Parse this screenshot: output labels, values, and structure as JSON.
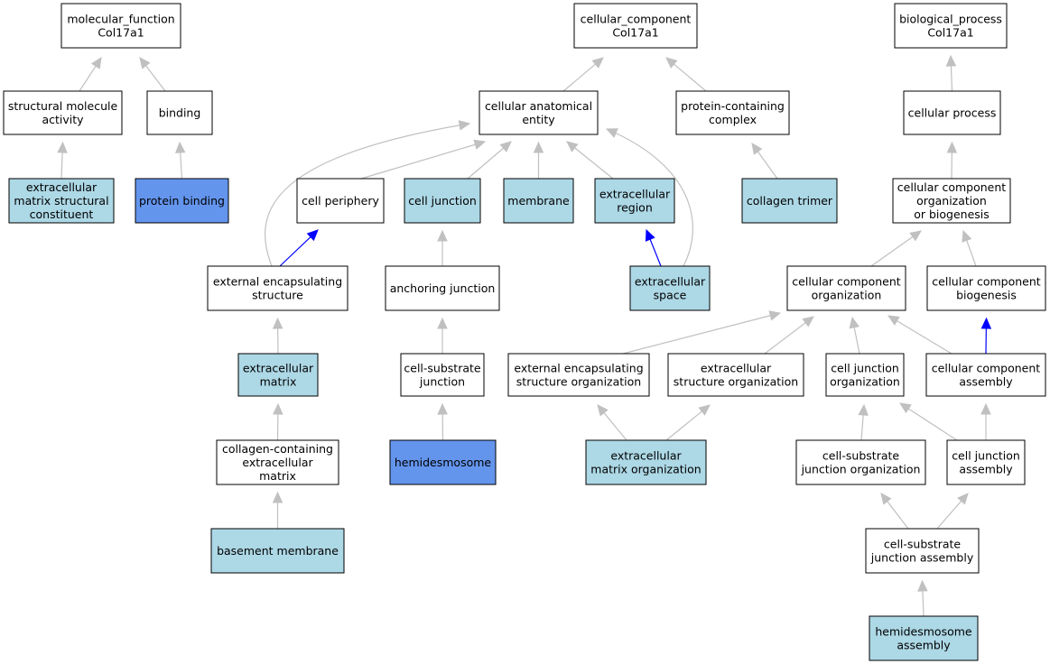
{
  "colors": {
    "plain": "#ffffff",
    "annotated": "#add8e6",
    "direct": "#6495ed",
    "edge_gray": "#c0c0c0",
    "edge_blue": "#0000ff"
  },
  "nodes": [
    {
      "id": "mf_root",
      "lines": [
        "molecular_function",
        "Col17a1"
      ],
      "fill": "plain"
    },
    {
      "id": "cc_root",
      "lines": [
        "cellular_component",
        "Col17a1"
      ],
      "fill": "plain"
    },
    {
      "id": "bp_root",
      "lines": [
        "biological_process",
        "Col17a1"
      ],
      "fill": "plain"
    },
    {
      "id": "struct_mol",
      "lines": [
        "structural molecule",
        "activity"
      ],
      "fill": "plain"
    },
    {
      "id": "binding",
      "lines": [
        "binding"
      ],
      "fill": "plain"
    },
    {
      "id": "cae",
      "lines": [
        "cellular anatomical",
        "entity"
      ],
      "fill": "plain"
    },
    {
      "id": "pcc",
      "lines": [
        "protein-containing",
        "complex"
      ],
      "fill": "plain"
    },
    {
      "id": "cproc",
      "lines": [
        "cellular process"
      ],
      "fill": "plain"
    },
    {
      "id": "ecm_struct",
      "lines": [
        "extracellular",
        "matrix structural",
        "constituent"
      ],
      "fill": "annotated"
    },
    {
      "id": "protein_binding",
      "lines": [
        "protein binding"
      ],
      "fill": "direct"
    },
    {
      "id": "cell_periphery",
      "lines": [
        "cell periphery"
      ],
      "fill": "plain"
    },
    {
      "id": "cell_junction",
      "lines": [
        "cell junction"
      ],
      "fill": "annotated"
    },
    {
      "id": "membrane",
      "lines": [
        "membrane"
      ],
      "fill": "annotated"
    },
    {
      "id": "ec_region",
      "lines": [
        "extracellular",
        "region"
      ],
      "fill": "annotated"
    },
    {
      "id": "collagen_trimer",
      "lines": [
        "collagen trimer"
      ],
      "fill": "annotated"
    },
    {
      "id": "cc_org_biogen",
      "lines": [
        "cellular component",
        "organization",
        "or biogenesis"
      ],
      "fill": "plain"
    },
    {
      "id": "ext_encaps",
      "lines": [
        "external encapsulating",
        "structure"
      ],
      "fill": "plain"
    },
    {
      "id": "anchoring",
      "lines": [
        "anchoring junction"
      ],
      "fill": "plain"
    },
    {
      "id": "ec_space",
      "lines": [
        "extracellular",
        "space"
      ],
      "fill": "annotated"
    },
    {
      "id": "cc_org",
      "lines": [
        "cellular component",
        "organization"
      ],
      "fill": "plain"
    },
    {
      "id": "cc_biogen",
      "lines": [
        "cellular component",
        "biogenesis"
      ],
      "fill": "plain"
    },
    {
      "id": "ec_matrix",
      "lines": [
        "extracellular",
        "matrix"
      ],
      "fill": "annotated"
    },
    {
      "id": "csj",
      "lines": [
        "cell-substrate",
        "junction"
      ],
      "fill": "plain"
    },
    {
      "id": "ext_encaps_org",
      "lines": [
        "external encapsulating",
        "structure organization"
      ],
      "fill": "plain"
    },
    {
      "id": "ec_struct_org",
      "lines": [
        "extracellular",
        "structure organization"
      ],
      "fill": "plain"
    },
    {
      "id": "cj_org",
      "lines": [
        "cell junction",
        "organization"
      ],
      "fill": "plain"
    },
    {
      "id": "cc_assembly",
      "lines": [
        "cellular component",
        "assembly"
      ],
      "fill": "plain"
    },
    {
      "id": "collagen_ecm",
      "lines": [
        "collagen-containing",
        "extracellular",
        "matrix"
      ],
      "fill": "plain"
    },
    {
      "id": "hemidesmosome",
      "lines": [
        "hemidesmosome"
      ],
      "fill": "direct"
    },
    {
      "id": "ecm_org",
      "lines": [
        "extracellular",
        "matrix organization"
      ],
      "fill": "annotated"
    },
    {
      "id": "csj_org",
      "lines": [
        "cell-substrate",
        "junction organization"
      ],
      "fill": "plain"
    },
    {
      "id": "cj_assembly",
      "lines": [
        "cell junction",
        "assembly"
      ],
      "fill": "plain"
    },
    {
      "id": "basement",
      "lines": [
        "basement membrane"
      ],
      "fill": "annotated"
    },
    {
      "id": "csj_assembly",
      "lines": [
        "cell-substrate",
        "junction assembly"
      ],
      "fill": "plain"
    },
    {
      "id": "hd_assembly",
      "lines": [
        "hemidesmosome",
        "assembly"
      ],
      "fill": "annotated"
    }
  ],
  "edges": [
    {
      "from": "struct_mol",
      "to": "mf_root",
      "color": "gray"
    },
    {
      "from": "binding",
      "to": "mf_root",
      "color": "gray"
    },
    {
      "from": "ecm_struct",
      "to": "struct_mol",
      "color": "gray"
    },
    {
      "from": "protein_binding",
      "to": "binding",
      "color": "gray"
    },
    {
      "from": "cae",
      "to": "cc_root",
      "color": "gray"
    },
    {
      "from": "pcc",
      "to": "cc_root",
      "color": "gray"
    },
    {
      "from": "collagen_trimer",
      "to": "pcc",
      "color": "gray"
    },
    {
      "from": "cell_periphery",
      "to": "cae",
      "color": "gray"
    },
    {
      "from": "cell_junction",
      "to": "cae",
      "color": "gray"
    },
    {
      "from": "membrane",
      "to": "cae",
      "color": "gray"
    },
    {
      "from": "ec_region",
      "to": "cae",
      "color": "gray"
    },
    {
      "from": "ext_encaps",
      "to": "cae",
      "color": "gray"
    },
    {
      "from": "ec_space",
      "to": "cae",
      "color": "gray"
    },
    {
      "from": "ext_encaps",
      "to": "cell_periphery",
      "color": "blue"
    },
    {
      "from": "ec_space",
      "to": "ec_region",
      "color": "blue"
    },
    {
      "from": "anchoring",
      "to": "cell_junction",
      "color": "gray"
    },
    {
      "from": "csj",
      "to": "anchoring",
      "color": "gray"
    },
    {
      "from": "hemidesmosome",
      "to": "csj",
      "color": "gray"
    },
    {
      "from": "ec_matrix",
      "to": "ext_encaps",
      "color": "gray"
    },
    {
      "from": "collagen_ecm",
      "to": "ec_matrix",
      "color": "gray"
    },
    {
      "from": "basement",
      "to": "collagen_ecm",
      "color": "gray"
    },
    {
      "from": "cproc",
      "to": "bp_root",
      "color": "gray"
    },
    {
      "from": "cc_org_biogen",
      "to": "cproc",
      "color": "gray"
    },
    {
      "from": "cc_org",
      "to": "cc_org_biogen",
      "color": "gray"
    },
    {
      "from": "cc_biogen",
      "to": "cc_org_biogen",
      "color": "gray"
    },
    {
      "from": "cc_assembly",
      "to": "cc_biogen",
      "color": "blue"
    },
    {
      "from": "ext_encaps_org",
      "to": "cc_org",
      "color": "gray"
    },
    {
      "from": "ec_struct_org",
      "to": "cc_org",
      "color": "gray"
    },
    {
      "from": "cj_org",
      "to": "cc_org",
      "color": "gray"
    },
    {
      "from": "cc_assembly",
      "to": "cc_org",
      "color": "gray"
    },
    {
      "from": "ecm_org",
      "to": "ext_encaps_org",
      "color": "gray"
    },
    {
      "from": "ecm_org",
      "to": "ec_struct_org",
      "color": "gray"
    },
    {
      "from": "csj_org",
      "to": "cj_org",
      "color": "gray"
    },
    {
      "from": "cj_assembly",
      "to": "cj_org",
      "color": "gray"
    },
    {
      "from": "cj_assembly",
      "to": "cc_assembly",
      "color": "gray"
    },
    {
      "from": "csj_assembly",
      "to": "csj_org",
      "color": "gray"
    },
    {
      "from": "csj_assembly",
      "to": "cj_assembly",
      "color": "gray"
    },
    {
      "from": "hd_assembly",
      "to": "csj_assembly",
      "color": "gray"
    }
  ]
}
